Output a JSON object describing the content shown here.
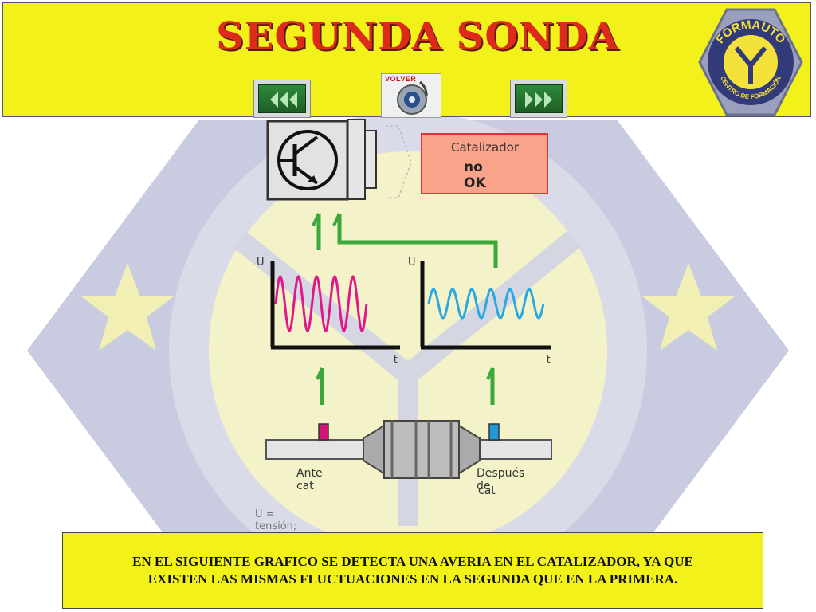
{
  "header": {
    "title": "SEGUNDA SONDA",
    "nav_back_icon": "rewind-arrows-icon",
    "nav_forward_icon": "forward-arrows-icon",
    "volver_label": "VOLVER",
    "logo": {
      "top_text": "FORMAUTO",
      "bottom_text": "CENTRO DE FORMACIÓN"
    }
  },
  "diagram": {
    "status_box": {
      "line1": "Catalizador",
      "line2": "no OK",
      "color": "#f8a38a"
    },
    "left_graph": {
      "y_label": "U",
      "x_label": "t",
      "wave_color": "#e0188a"
    },
    "right_graph": {
      "y_label": "U",
      "x_label": "t",
      "wave_color": "#2aa8e0"
    },
    "sensor_before_label": "Ante cat",
    "sensor_after_label_1": "Después de",
    "sensor_after_label_2": "cat",
    "legend": "U = tensión; t = tiempo"
  },
  "caption": {
    "line1": "EN EL SIGUIENTE GRAFICO SE DETECTA UNA AVERIA EN EL CATALIZADOR, YA QUE",
    "line2": "EXISTEN LAS MISMAS FLUCTUACIONES EN LA SEGUNDA QUE EN LA PRIMERA."
  },
  "colors": {
    "header_bg": "#f2f21a",
    "title": "#dd2a1a",
    "wire": "#3aa83a"
  }
}
